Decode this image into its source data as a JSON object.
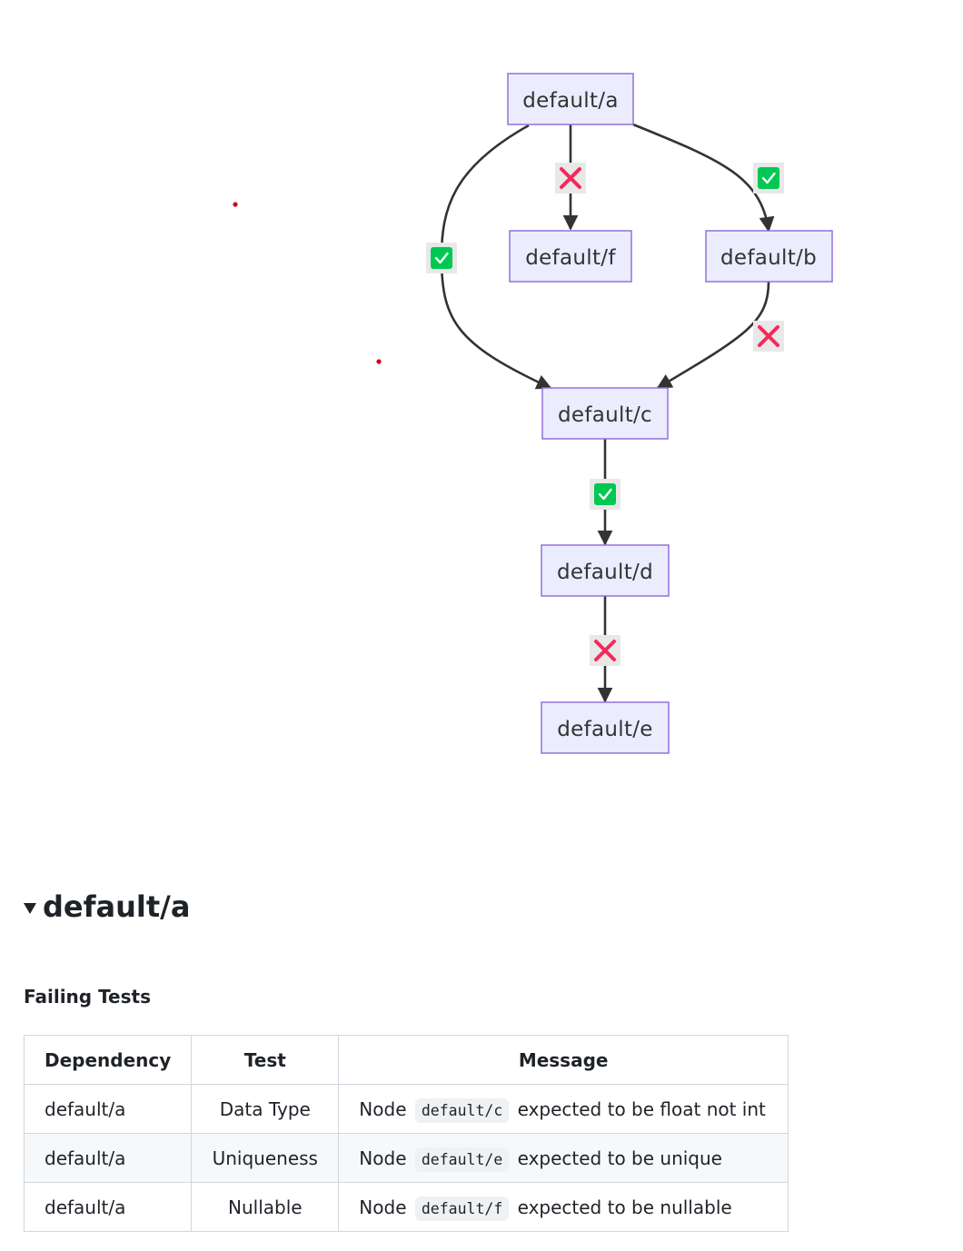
{
  "graph": {
    "nodes": {
      "a": "default/a",
      "f": "default/f",
      "b": "default/b",
      "c": "default/c",
      "d": "default/d",
      "e": "default/e"
    },
    "edges": [
      {
        "from": "default/a",
        "to": "default/f",
        "status": "fail",
        "icon": "cross-icon"
      },
      {
        "from": "default/a",
        "to": "default/b",
        "status": "pass",
        "icon": "check-icon"
      },
      {
        "from": "default/a",
        "to": "default/c",
        "status": "pass",
        "icon": "check-icon"
      },
      {
        "from": "default/b",
        "to": "default/c",
        "status": "fail",
        "icon": "cross-icon"
      },
      {
        "from": "default/c",
        "to": "default/d",
        "status": "pass",
        "icon": "check-icon"
      },
      {
        "from": "default/d",
        "to": "default/e",
        "status": "fail",
        "icon": "cross-icon"
      }
    ],
    "colors": {
      "node_fill": "#ECECFF",
      "node_border": "#9370DB",
      "edge": "#333333",
      "pass": "#00c853",
      "fail": "#f4295b"
    }
  },
  "section": {
    "title": "default/a",
    "subheading": "Failing Tests",
    "table": {
      "headers": [
        "Dependency",
        "Test",
        "Message"
      ],
      "rows": [
        {
          "dependency": "default/a",
          "test": "Data Type",
          "prefix": "Node",
          "code": "default/c",
          "suffix": "expected to be float not int"
        },
        {
          "dependency": "default/a",
          "test": "Uniqueness",
          "prefix": "Node",
          "code": "default/e",
          "suffix": "expected to be unique"
        },
        {
          "dependency": "default/a",
          "test": "Nullable",
          "prefix": "Node",
          "code": "default/f",
          "suffix": "expected to be nullable"
        }
      ]
    }
  }
}
